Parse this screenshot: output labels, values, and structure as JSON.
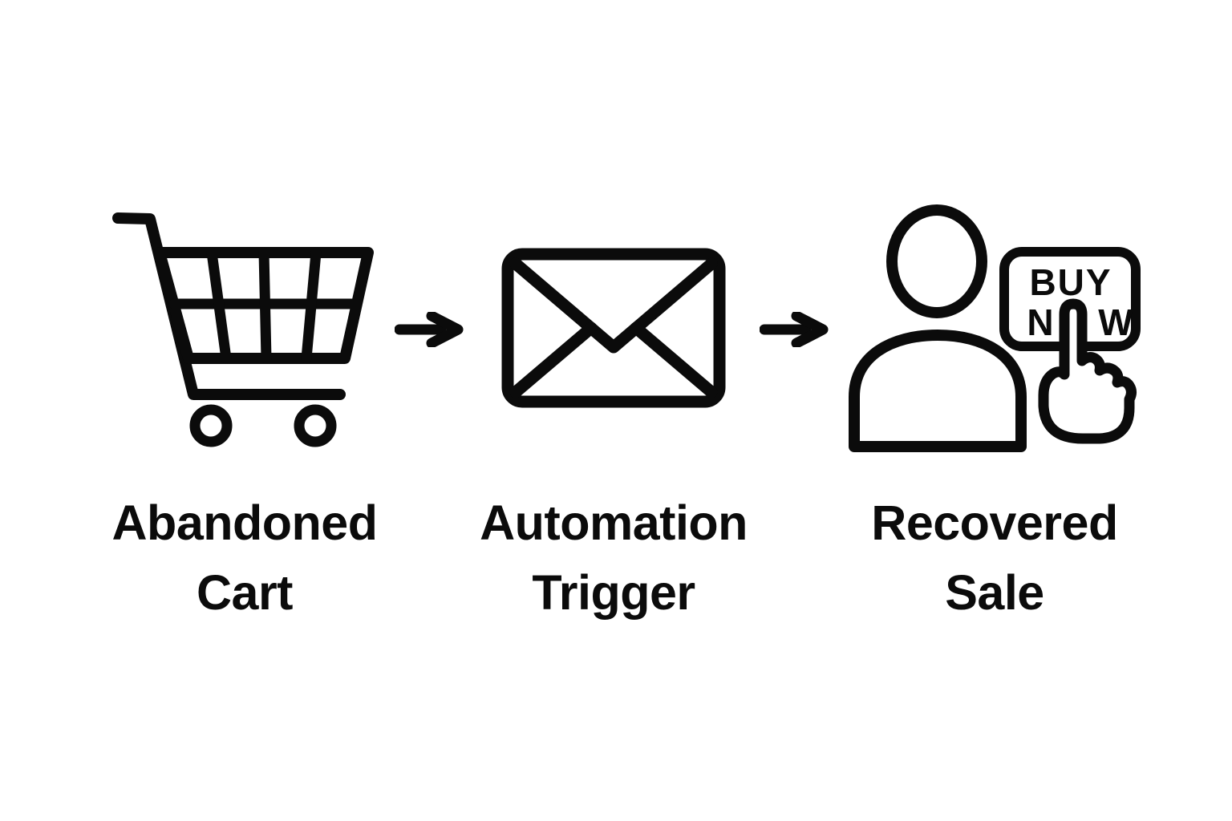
{
  "page": {
    "background": "#ffffff",
    "ink": "#0b0b0b"
  },
  "stages": [
    {
      "icon": "shopping-cart",
      "label_line1": "Abandoned",
      "label_line2": "Cart"
    },
    {
      "icon": "email-envelope",
      "label_line1": "Automation",
      "label_line2": "Trigger"
    },
    {
      "icon": "customer-clicking-buy-now",
      "label_line1": "Recovered",
      "label_line2": "Sale"
    }
  ],
  "buy_now_button": {
    "line1": "BUY",
    "line2_visible_left": "N",
    "line2_visible_right": "W"
  }
}
